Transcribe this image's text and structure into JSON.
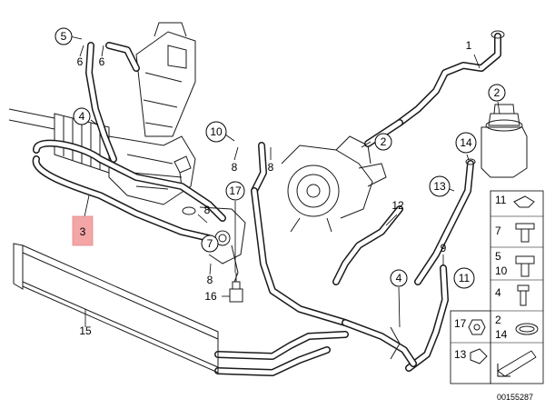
{
  "diagram": {
    "image_code": "00155287",
    "callouts": {
      "c1": "1",
      "c2a": "2",
      "c2b": "2",
      "c3": "3",
      "c4a": "4",
      "c4b": "4",
      "c5": "5",
      "c6a": "6",
      "c6b": "6",
      "c7": "7",
      "c8a": "8",
      "c8b": "8",
      "c8c": "8",
      "c9": "9",
      "c10": "10",
      "c11": "11",
      "c12": "12",
      "c13": "13",
      "c14": "14",
      "c15": "15",
      "c16": "16",
      "c17": "17"
    },
    "legend": {
      "r1": "11",
      "r2": "7",
      "r3a": "5",
      "r3b": "10",
      "r4": "4",
      "r5a": "2",
      "r5b": "14",
      "r6": "17",
      "r7": "13"
    }
  },
  "colors": {
    "highlight": "#f4a6a6",
    "line": "#1a1a1a"
  }
}
